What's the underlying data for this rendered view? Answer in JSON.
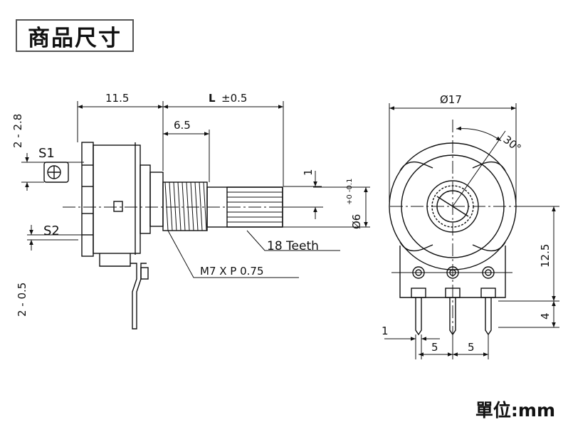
{
  "title": "商品尺寸",
  "unit": "單位:mm",
  "side_view": {
    "dim_body_depth": "11.5",
    "dim_shaft_label": "L",
    "dim_shaft_tolerance": "±0.5",
    "dim_thread_length": "6.5",
    "dim_flat": "1",
    "dim_shaft_dia_base": "Ø6",
    "dim_shaft_dia_tol": "+0 -0.1",
    "dim_s1_range": "2 - 2.8",
    "label_s1": "S1",
    "label_s2": "S2",
    "dim_s2_range": "2 - 0.5",
    "label_teeth": "18 Teeth",
    "label_thread": "M7 X P 0.75"
  },
  "front_view": {
    "dim_diameter": "Ø17",
    "dim_angle": "30°",
    "dim_height": "12.5",
    "dim_pin_length": "4",
    "dim_pin_width": "1",
    "dim_pin_pitch_left": "5",
    "dim_pin_pitch_right": "5"
  }
}
